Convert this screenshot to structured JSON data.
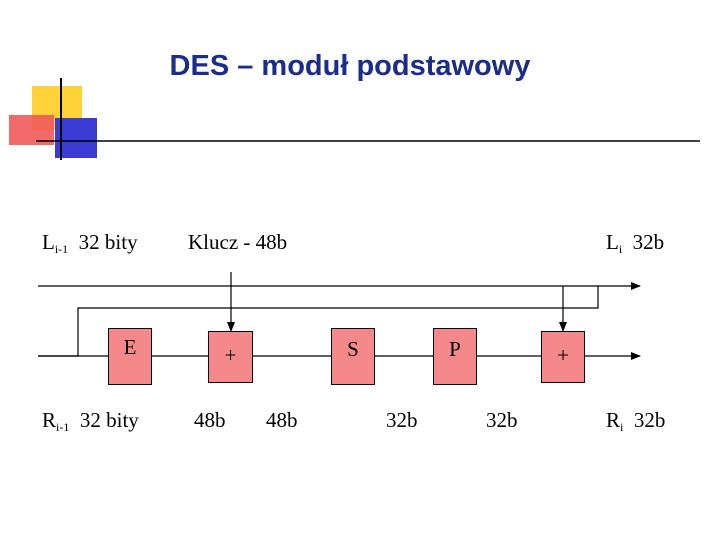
{
  "title": "DES – moduł podstawowy",
  "labels": {
    "left_top_L": "L",
    "left_top_sub": "i-1",
    "left_top_rest": "32 bity",
    "key": "Klucz - 48b",
    "right_top_L": "L",
    "right_top_sub": "i",
    "right_top_rest": "32b",
    "left_bottom_R": "R",
    "left_bottom_sub": "i-1",
    "left_bottom_rest": "32 bity",
    "bits_1": "48b",
    "bits_2": "48b",
    "bits_3": "32b",
    "bits_4": "32b",
    "right_bottom_R": "R",
    "right_bottom_sub": "i",
    "right_bottom_rest": "32b"
  },
  "boxes": {
    "e": "E",
    "xor1": "+",
    "s": "S",
    "p": "P",
    "xor2": "+"
  },
  "colors": {
    "title": "#1a2d8c",
    "box_fill": "#f4888a",
    "deco_yellow": "#ffd23a",
    "deco_red": "#f25a5a",
    "deco_blue": "#3b3bd6"
  }
}
